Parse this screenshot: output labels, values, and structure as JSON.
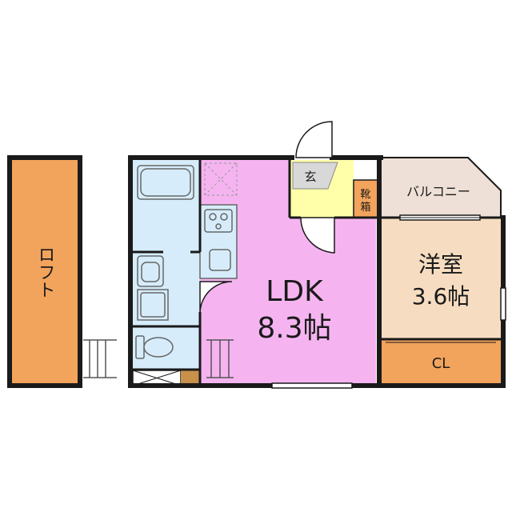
{
  "loft": {
    "label": "ロフト"
  },
  "entrance": {
    "label": "玄"
  },
  "shoe_box": {
    "label_top": "靴",
    "label_bottom": "箱"
  },
  "balcony": {
    "label": "バルコニー"
  },
  "western_room": {
    "name": "洋室",
    "size": "3.6帖"
  },
  "ldk": {
    "name": "LDK",
    "size": "8.3帖"
  },
  "closet": {
    "label": "CL"
  },
  "colors": {
    "loft": "#f2a35c",
    "ldk": "#f5b4f0",
    "entrance": "#ffffaa",
    "shoe_box": "#f2a35c",
    "balcony": "#eee0d6",
    "western_room": "#f6dcc0",
    "closet": "#f2a35c",
    "wet_area": "#d6ecfb",
    "entry_floor": "#d8d8d8",
    "wall": "#1a1a1a"
  }
}
